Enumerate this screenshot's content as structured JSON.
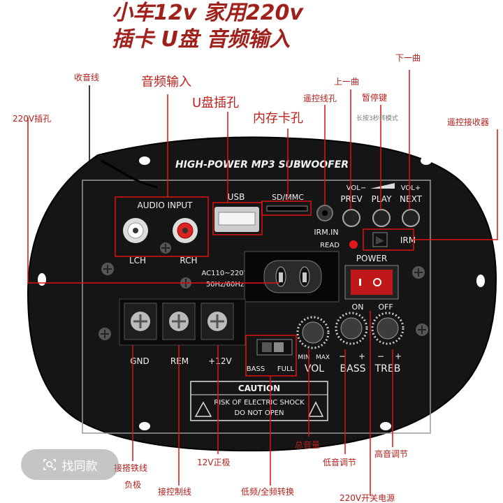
{
  "title": {
    "line1": "小车12v 家用220v",
    "line2": "插卡  U盘  音频输入"
  },
  "annotations": {
    "radio_wire": "收音线",
    "audio_input": "音频输入",
    "usb_slot": "U盘插孔",
    "sd_slot": "内存卡孔",
    "ac_socket": "220V插孔",
    "remote_jack": "遥控线孔",
    "prev": "上一曲",
    "next": "下一曲",
    "pause": "暂停键",
    "pause_hint": "长按3秒转模式",
    "ir_receiver": "遥控接收器",
    "main_volume": "总音量",
    "bass_adjust": "低音调节",
    "treble_adjust": "高音调节",
    "ground": "接搭铁线",
    "ground2": "负极",
    "positive": "12V正极",
    "control_wire": "接控制线",
    "bass_full_switch": "低频/全频转换",
    "power_switch": "220V开关电源"
  },
  "plate": {
    "brand": "HIGH-POWER MP3 SUBWOOFER",
    "audio_input": "AUDIO INPUT",
    "lch": "LCH",
    "rch": "RCH",
    "usb": "USB",
    "sdmmc": "SD/MMC",
    "irm_in": "IRM.IN",
    "read": "READ",
    "irm": "IRM",
    "vol_minus": "VOL−",
    "vol_plus": "VOL+",
    "prev": "PREV",
    "play": "PLAY",
    "next": "NEXT",
    "ac": "AC110~220V",
    "hz": "50Hz/60Hz",
    "power": "POWER",
    "on": "ON",
    "off": "OFF",
    "gnd": "GND",
    "rem": "REM",
    "v12": "+12V",
    "bass_sw": "BASS",
    "full_sw": "FULL",
    "min": "MIN",
    "max": "MAX",
    "vol": "VOL",
    "bass": "BASS",
    "treb": "TREB",
    "minus": "−",
    "plus": "+",
    "caution": "CAUTION",
    "risk": "RISK OF ELECTRIC SHOCK",
    "donot": "DO NOT OPEN"
  },
  "search": {
    "label": "找同款",
    "icon": "camera-search-icon"
  },
  "colors": {
    "annotation": "#b3201c",
    "plate": "#141414",
    "switch": "#c01818"
  }
}
